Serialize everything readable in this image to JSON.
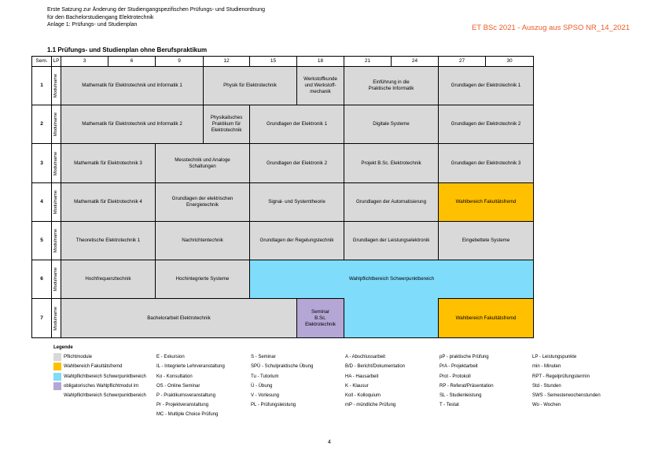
{
  "header": {
    "line1": "Erste Satzung zur Änderung der Studiengangspezifischen Prüfungs- und Studienordnung",
    "line2": "für den Bachelorstudiengang Elektrotechnik",
    "line3": "Anlage 1: Prüfungs- und Studienplan",
    "right": "ET BSc 2021 - Auszug aus SPSO NR_14_2021"
  },
  "section_title": "1.1 Prüfungs- und Studienplan ohne Berufspraktikum",
  "table": {
    "sem_label": "Sem.",
    "lp_label": "LP",
    "cols": [
      "3",
      "6",
      "9",
      "12",
      "15",
      "18",
      "21",
      "24",
      "27",
      "30"
    ],
    "modulname": "Modulname",
    "rows": [
      {
        "sem": "1",
        "cells": [
          {
            "text": "Mathematik für Elektrotechnik und Informatik 1",
            "color": "gray"
          },
          {
            "text": "Physik für Elektrotechnik",
            "color": "gray"
          },
          {
            "text": "Werkstoffkunde und Werkstoff-mechanik",
            "color": "gray"
          },
          {
            "text": "Einführung in die Praktische Informatik",
            "color": "gray"
          },
          {
            "text": "Grundlagen der Elektrotechnik 1",
            "color": "gray"
          }
        ]
      },
      {
        "sem": "2",
        "cells": [
          {
            "text": "Mathematik für Elektrotechnik und Informatik 2",
            "color": "gray"
          },
          {
            "text": "Physikalisches Praktikum für Elektrotechnik",
            "color": "gray"
          },
          {
            "text": "Grundlagen der Elektronik 1",
            "color": "gray"
          },
          {
            "text": "Digitale Systeme",
            "color": "gray"
          },
          {
            "text": "Grundlagen der Elektrotechnik 2",
            "color": "gray"
          }
        ]
      },
      {
        "sem": "3",
        "cells": [
          {
            "text": "Mathematik für Elektrotechnik 3",
            "color": "gray"
          },
          {
            "text": "Messtechnik und Analoge Schaltungen",
            "color": "gray"
          },
          {
            "text": "Grundlagen der Elektronik 2",
            "color": "gray"
          },
          {
            "text": "Projekt B.Sc. Elektrotechnik",
            "color": "gray"
          },
          {
            "text": "Grundlagen der Elektrotechnik 3",
            "color": "gray"
          }
        ]
      },
      {
        "sem": "4",
        "cells": [
          {
            "text": "Mathematik für Elektrotechnik 4",
            "color": "gray"
          },
          {
            "text": "Grundlagen der elektrischen Energietechnik",
            "color": "gray"
          },
          {
            "text": "Signal- und Systemtheorie",
            "color": "gray"
          },
          {
            "text": "Grundlagen der Automatisierung",
            "color": "gray"
          },
          {
            "text": "Wahlbereich Fakultätsfremd",
            "color": "orange"
          }
        ]
      },
      {
        "sem": "5",
        "cells": [
          {
            "text": "Theoretische Elektrotechnik 1",
            "color": "gray"
          },
          {
            "text": "Nachrichtentechnik",
            "color": "gray"
          },
          {
            "text": "Grundlagen der Regelungstechnik",
            "color": "gray"
          },
          {
            "text": "Grundlagen der Leistungselektronik",
            "color": "gray"
          },
          {
            "text": "Eingebettete Systeme",
            "color": "gray"
          }
        ]
      },
      {
        "sem": "6",
        "cells": [
          {
            "text": "Hochfrequenztechnik",
            "color": "gray"
          },
          {
            "text": "Hochintegrierte Systeme",
            "color": "gray"
          },
          {
            "text": "Wahlpflichtbereich Schwerpunktbereich",
            "color": "blue"
          }
        ]
      },
      {
        "sem": "7",
        "cells": [
          {
            "text": "Bachelorarbeit Elektrotechnik",
            "color": "gray"
          },
          {
            "text": "Seminar B.Sc. Elektrotechnik",
            "color": "purple"
          },
          {
            "text": "",
            "color": "blue"
          },
          {
            "text": "Wahlbereich Fakultätsfremd",
            "color": "orange"
          }
        ]
      }
    ]
  },
  "legend": {
    "title": "Legende",
    "items": [
      {
        "label": "Pflichtmodule",
        "color": "#d9d9d9"
      },
      {
        "label": "Wahlbereich Fakultätsfremd",
        "color": "#ffc000"
      },
      {
        "label": "Wahlpflichtbereich Schwerpunktbereich",
        "color": "#7fdcfa"
      },
      {
        "label": "obligatorisches Wahlpflichtmodul im",
        "color": "#b4a7d6"
      },
      {
        "label": "Wahlpflichtbereich Schwerpunktbereich",
        "color": ""
      }
    ],
    "abbr_cols": [
      [
        "E - Exkursion",
        "IL - Integrierte Lehrveranstaltung",
        "Ko - Konsultation",
        "OS - Online Seminar",
        "P - Praktikumsveranstaltung",
        "Pr - Projektveranstaltung",
        "MC - Multiple Choice Prüfung"
      ],
      [
        "S - Seminar",
        "SPÜ - Schulpraktische Übung",
        "Tu - Tutorium",
        "Ü - Übung",
        "V - Vorlesung",
        "PL - Prüfungsleistung"
      ],
      [
        "A - Abschlussarbeit",
        "B/D - Bericht/Dokumentation",
        "HA - Hausarbeit",
        "K - Klausur",
        "Koll - Kolloquium",
        "mP - mündliche Prüfung"
      ],
      [
        "pP - praktische Prüfung",
        "PrA - Projektarbeit",
        "Prot - Protokoll",
        "RP - Referat/Präsentation",
        "SL - Studienleistung",
        "T - Testat"
      ],
      [
        "LP - Leistungspunkte",
        "min - Minuten",
        "RPT - Regelprüfungstermin",
        "Std - Stunden",
        "SWS - Semesterwochenstunden",
        "Wo - Wochen"
      ]
    ]
  },
  "page_number": "4"
}
